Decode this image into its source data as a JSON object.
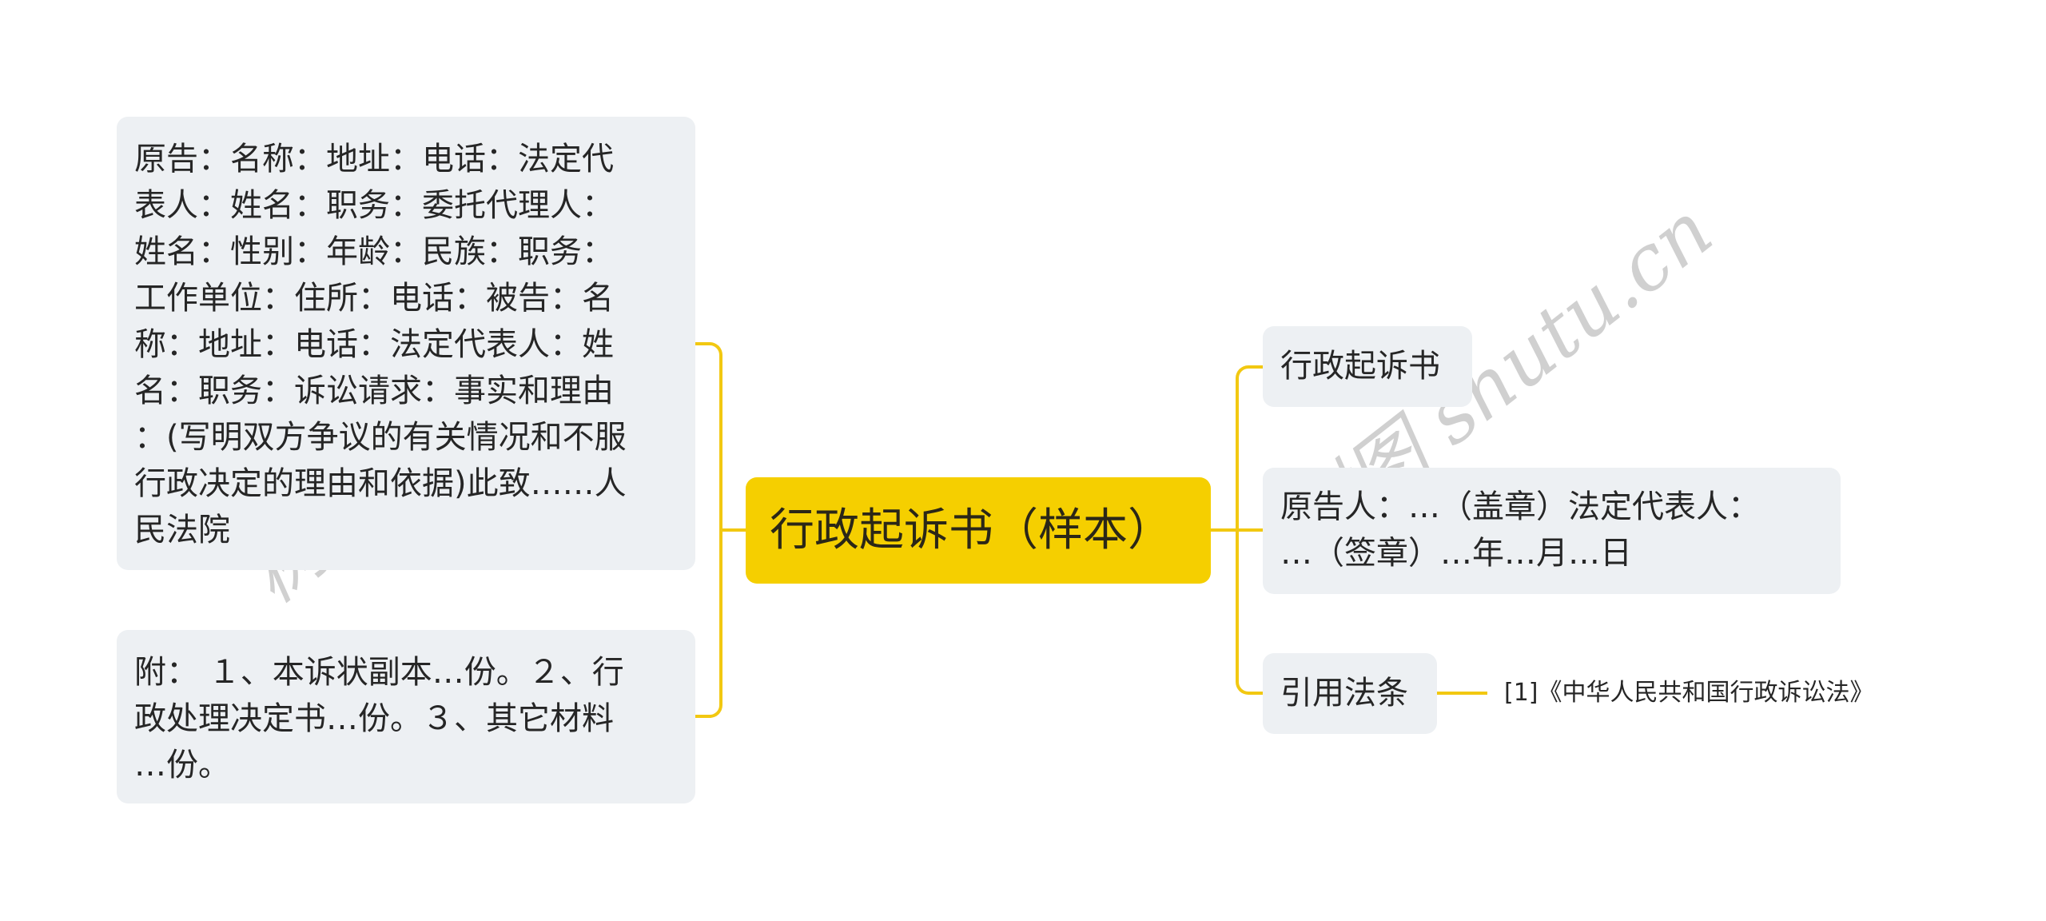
{
  "mindmap": {
    "central": {
      "label": "行政起诉书（样本）",
      "color": "#f5cf00"
    },
    "left_nodes": [
      {
        "label": "原告：名称：地址：电话：法定代\n表人：姓名：职务：委托代理人：\n姓名：性别：年龄：民族：职务：\n工作单位：住所：电话：被告：名\n称：地址：电话：法定代表人：姓\n名：职务：诉讼请求：事实和理由\n：(写明双方争议的有关情况和不服\n行政决定的理由和依据)此致……人\n民法院"
      },
      {
        "label": "附： １、本诉状副本…份。２、行\n政处理决定书…份。３、其它材料\n…份。"
      }
    ],
    "right_nodes": [
      {
        "label": "行政起诉书"
      },
      {
        "label": "原告人：…（盖章）法定代表人：\n…（签章）…年…月…日"
      },
      {
        "label": "引用法条",
        "children": [
          {
            "label": "[1]《中华人民共和国行政诉讼法》"
          }
        ]
      }
    ],
    "connector_color": "#f2c811",
    "node_background": "#edf0f3"
  },
  "watermarks": [
    {
      "text": "树图 shutu.cn"
    },
    {
      "text": "树图 shutu.cn"
    }
  ]
}
